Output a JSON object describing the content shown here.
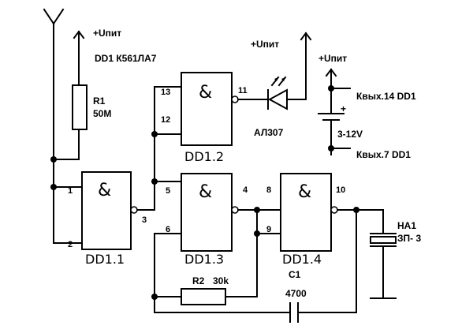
{
  "power_labels": {
    "upit_r1": "+Uпит",
    "upit_led": "+Uпит",
    "upit_right": "+Uпит"
  },
  "ic_title": "DD1 К561ЛА7",
  "r1": {
    "name": "R1",
    "value": "50M"
  },
  "r2": {
    "name": "R2",
    "value": "30k"
  },
  "c1": {
    "name": "C1",
    "value": "4700"
  },
  "led": {
    "name": "АЛ307"
  },
  "buzzer": {
    "name": "HA1",
    "type": "ЗП- 3"
  },
  "supply": {
    "voltage": "3-12V",
    "plus": "+",
    "pin14": "Квых.14 DD1",
    "pin7": "Квых.7 DD1"
  },
  "gate_symbol": "&",
  "gates": {
    "dd11": {
      "name": "DD1.1",
      "pins": [
        "1",
        "2",
        "3"
      ]
    },
    "dd12": {
      "name": "DD1.2",
      "pins": [
        "13",
        "12",
        "11"
      ]
    },
    "dd13": {
      "name": "DD1.3",
      "pins": [
        "5",
        "6",
        "4"
      ]
    },
    "dd14": {
      "name": "DD1.4",
      "pins": [
        "8",
        "9",
        "10"
      ]
    }
  }
}
